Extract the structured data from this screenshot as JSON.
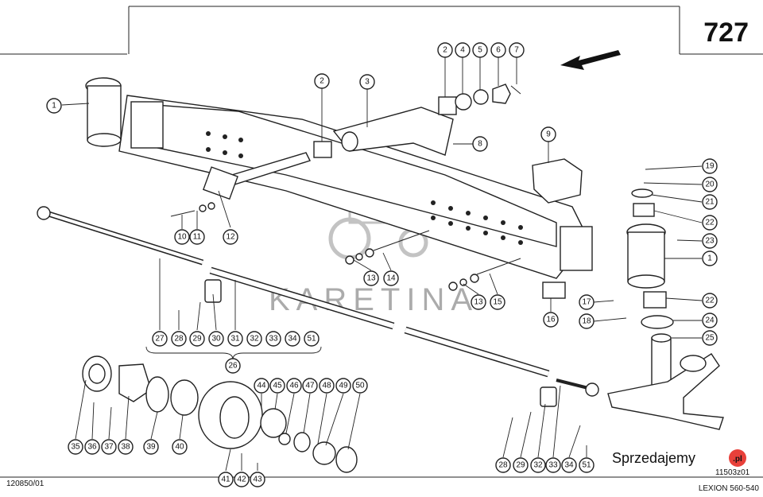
{
  "page_number": "727",
  "drawing_ref_left": "120850/01",
  "drawing_ref_right": "11503z01",
  "model_label": "LEXION 560-540",
  "watermark_text": "KARETINA",
  "site_logo_text": "Sprzedajemy",
  "site_logo_badge": ".pl",
  "callouts": [
    "1",
    "2",
    "3",
    "2",
    "4",
    "5",
    "6",
    "7",
    "8",
    "9",
    "19",
    "20",
    "21",
    "22",
    "23",
    "1",
    "10",
    "11",
    "12",
    "13",
    "14",
    "13",
    "15",
    "16",
    "17",
    "18",
    "22",
    "24",
    "25",
    "27",
    "28",
    "29",
    "30",
    "31",
    "32",
    "33",
    "34",
    "51",
    "26",
    "44",
    "45",
    "46",
    "47",
    "48",
    "49",
    "50",
    "35",
    "36",
    "37",
    "38",
    "39",
    "40",
    "41",
    "42",
    "43",
    "28",
    "29",
    "32",
    "33",
    "34",
    "51"
  ]
}
